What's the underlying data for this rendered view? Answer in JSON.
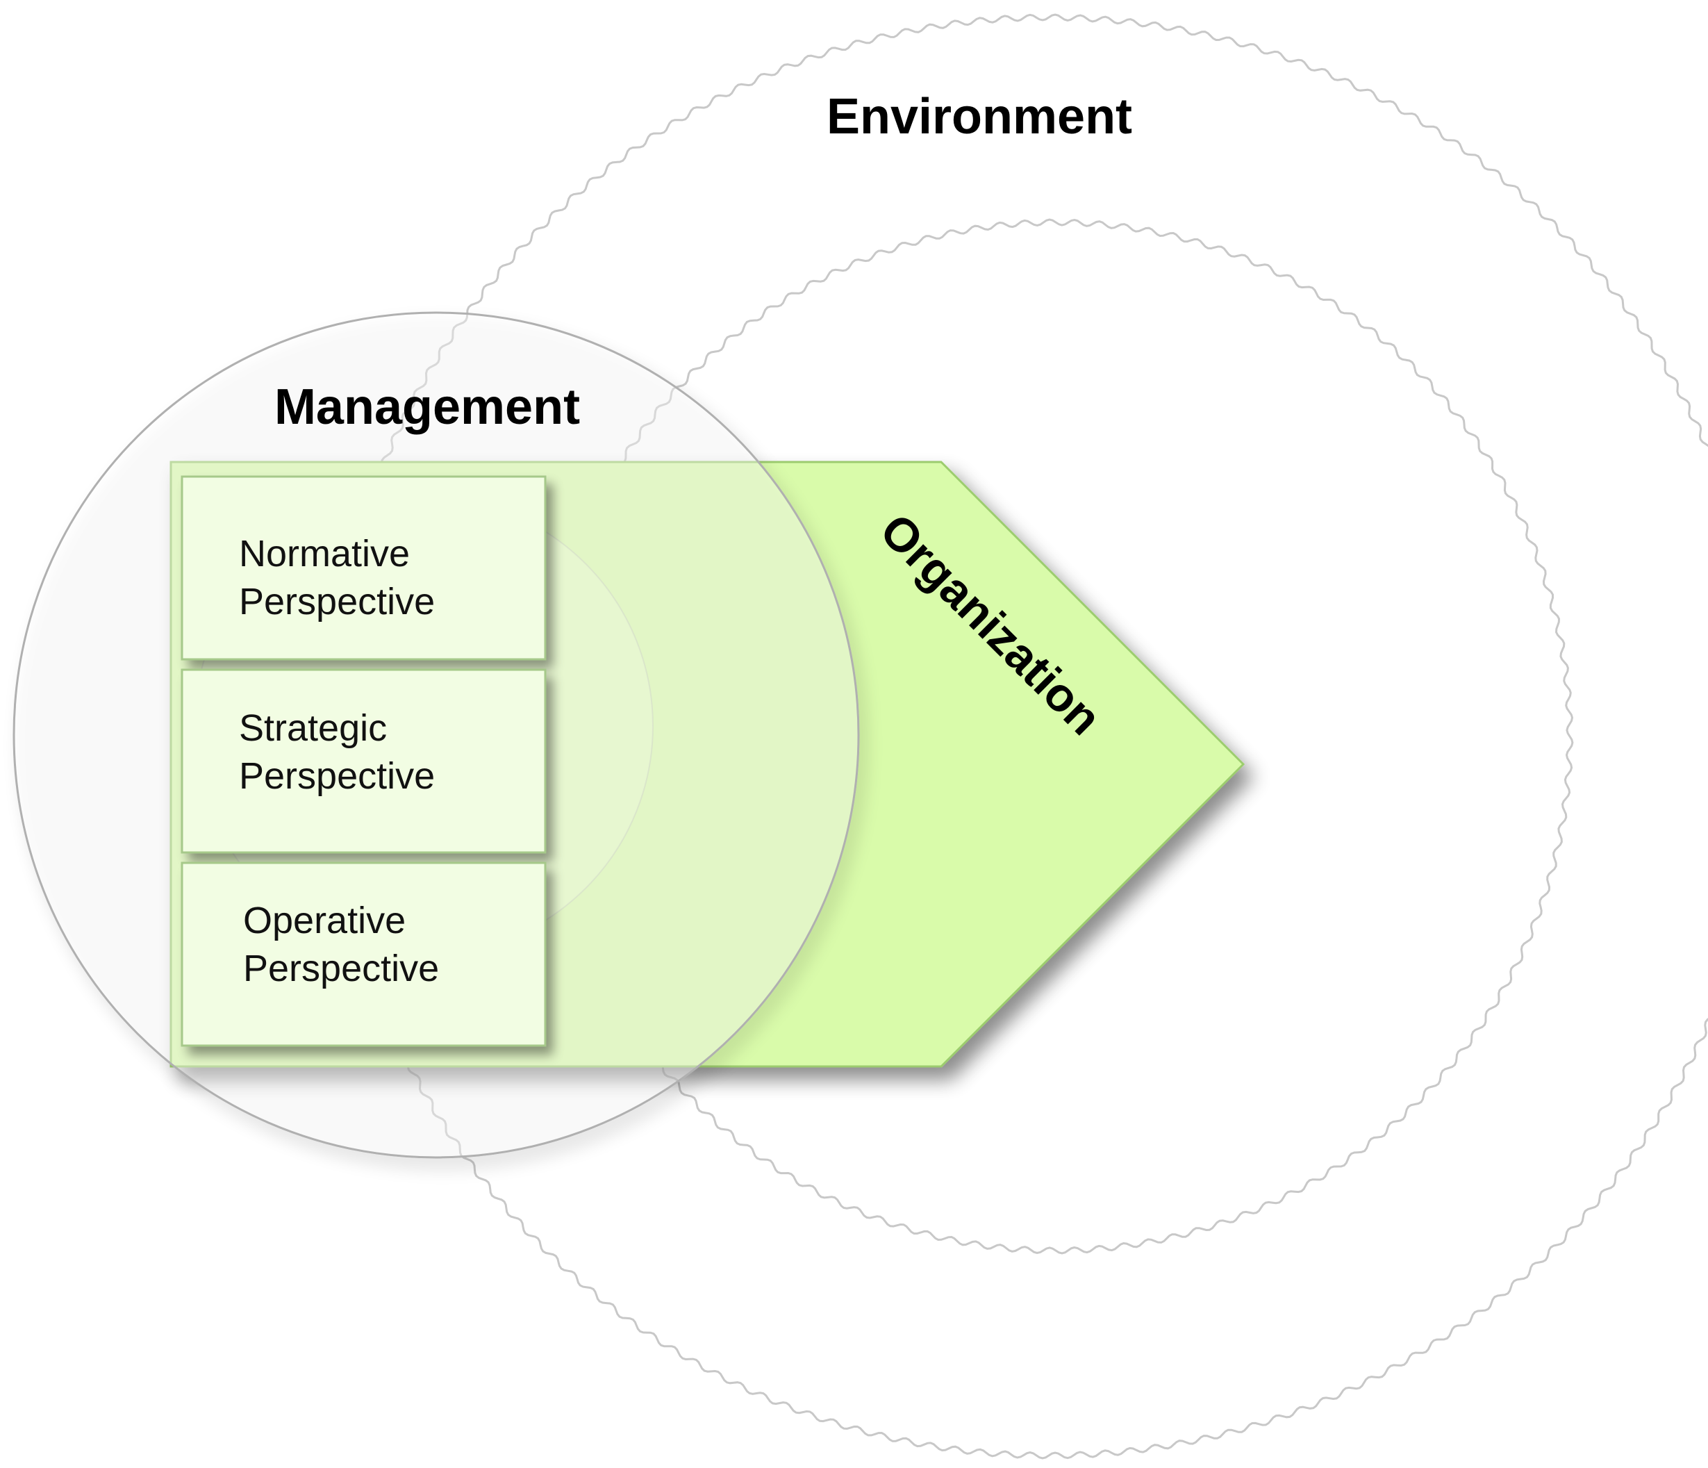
{
  "diagram": {
    "environment": {
      "label": "Environment"
    },
    "management": {
      "label": "Management"
    },
    "organization": {
      "label": "Organization"
    },
    "perspectives": [
      {
        "line1": "Normative",
        "line2": "Perspective"
      },
      {
        "line1": "Strategic",
        "line2": "Perspective"
      },
      {
        "line1": "Operative",
        "line2": "Perspective"
      }
    ]
  },
  "colors": {
    "background": "#ffffff",
    "organization_fill": "#d9fbaa",
    "organization_stroke": "#9ccc6e",
    "perspective_box_fill": "#f2fde3",
    "perspective_box_stroke": "#a6c98a",
    "environment_ring": "#c8c8c8",
    "management_circle_stroke": "#b0b0b0",
    "text": "#000000"
  }
}
